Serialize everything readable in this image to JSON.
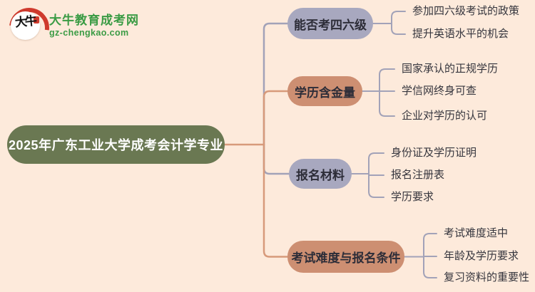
{
  "logo": {
    "bubble_text": "大牛",
    "brand": "大牛教育成考网",
    "site_url": "gz-chengkao.com"
  },
  "mindmap": {
    "root": "2025年广东工业大学成考会计学专业",
    "branches": [
      {
        "label": "能否考四六级",
        "theme": "purple",
        "children": [
          "参加四六级考试的政策",
          "提升英语水平的机会"
        ]
      },
      {
        "label": "学历含金量",
        "theme": "salmon",
        "children": [
          "国家承认的正规学历",
          "学信网终身可查",
          "企业对学历的认可"
        ]
      },
      {
        "label": "报名材料",
        "theme": "purple",
        "children": [
          "身份证及学历证明",
          "报名注册表",
          "学历要求"
        ]
      },
      {
        "label": "考试难度与报名条件",
        "theme": "salmon",
        "children": [
          "考试难度适中",
          "年龄及学历要求",
          "复习资料的重要性"
        ]
      }
    ],
    "colors": {
      "background": "#fdeadb",
      "root_fill": "#6a7852",
      "root_text": "#ffffff",
      "purple_fill": "#a8a8bf",
      "salmon_fill": "#cd8f72",
      "node_text": "#2d2d38",
      "leaf_text": "#36363e",
      "purple_line": "#a2a2b8",
      "salmon_line": "#d79a7b",
      "brand_green": "#3a9b44",
      "logo_red": "#cf3a2d"
    }
  }
}
